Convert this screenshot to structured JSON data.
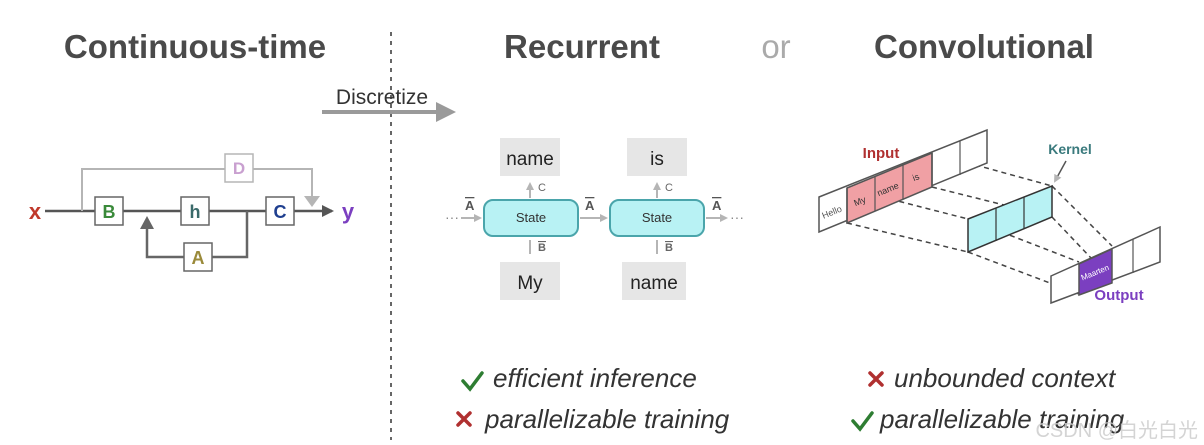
{
  "titles": {
    "continuous": "Continuous-time",
    "recurrent": "Recurrent",
    "or": "or",
    "convolutional": "Convolutional"
  },
  "discretize_label": "Discretize",
  "continuous_diagram": {
    "input": "x",
    "output": "y",
    "B": "B",
    "h": "h",
    "C": "C",
    "A": "A",
    "D": "D"
  },
  "recurrent_diagram": {
    "ellipsis_left": "···",
    "ellipsis_right": "···",
    "A_bar": "A",
    "B_bar": "B",
    "C": "C",
    "state_label": "State",
    "outputs": [
      "name",
      "is"
    ],
    "inputs": [
      "My",
      "name"
    ]
  },
  "convolutional_diagram": {
    "input_label": "Input",
    "kernel_label": "Kernel",
    "output_label": "Output",
    "input_tokens": [
      "Hello",
      "My",
      "name",
      "is"
    ],
    "output_token": "Maarten"
  },
  "recurrent_props": [
    {
      "icon": "check",
      "text": "efficient inference"
    },
    {
      "icon": "cross",
      "text": "parallelizable training"
    }
  ],
  "convolutional_props": [
    {
      "icon": "cross",
      "text": "unbounded context"
    },
    {
      "icon": "check",
      "text": "parallelizable training"
    }
  ],
  "watermark": "CSDN @白光白光",
  "colors": {
    "title": "#4a4a4a",
    "check": "#2e7d32",
    "cross": "#b03030",
    "state_fill": "#b8f2f4",
    "state_stroke": "#4aa5ab",
    "input_highlight": "#f0a0a4",
    "input_label": "#b03030",
    "kernel_fill": "#b8f2f4",
    "kernel_label": "#3a7a7d",
    "output_fill": "#7b3fc0",
    "output_label": "#7b3fc0",
    "x": "#c0392b",
    "y": "#7b3fc0",
    "B": "#3a8a3a",
    "h": "#3a6a6a",
    "C": "#1f3f8f",
    "A": "#9a8a3a",
    "D": "#c9a0d0"
  }
}
